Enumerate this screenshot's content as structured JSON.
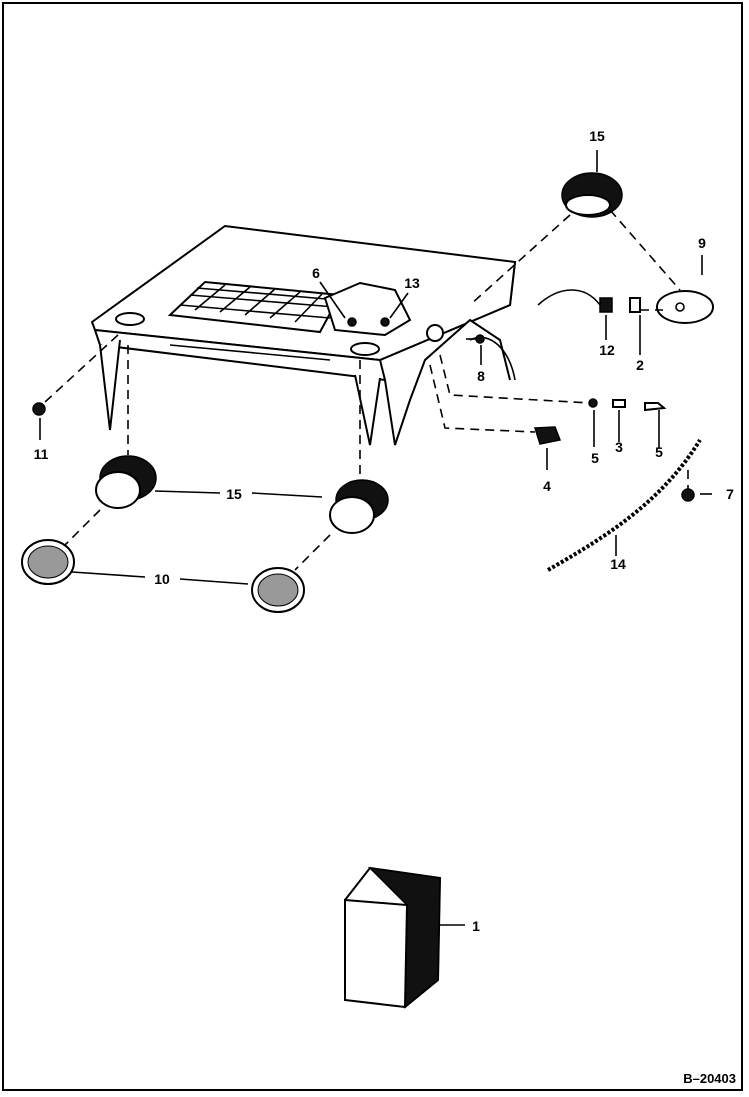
{
  "diagram": {
    "figure_reference": "B–20403",
    "callouts": [
      "15",
      "9",
      "6",
      "13",
      "12",
      "2",
      "8",
      "11",
      "5",
      "3",
      "5",
      "4",
      "15",
      "7",
      "14",
      "10",
      "1"
    ]
  }
}
